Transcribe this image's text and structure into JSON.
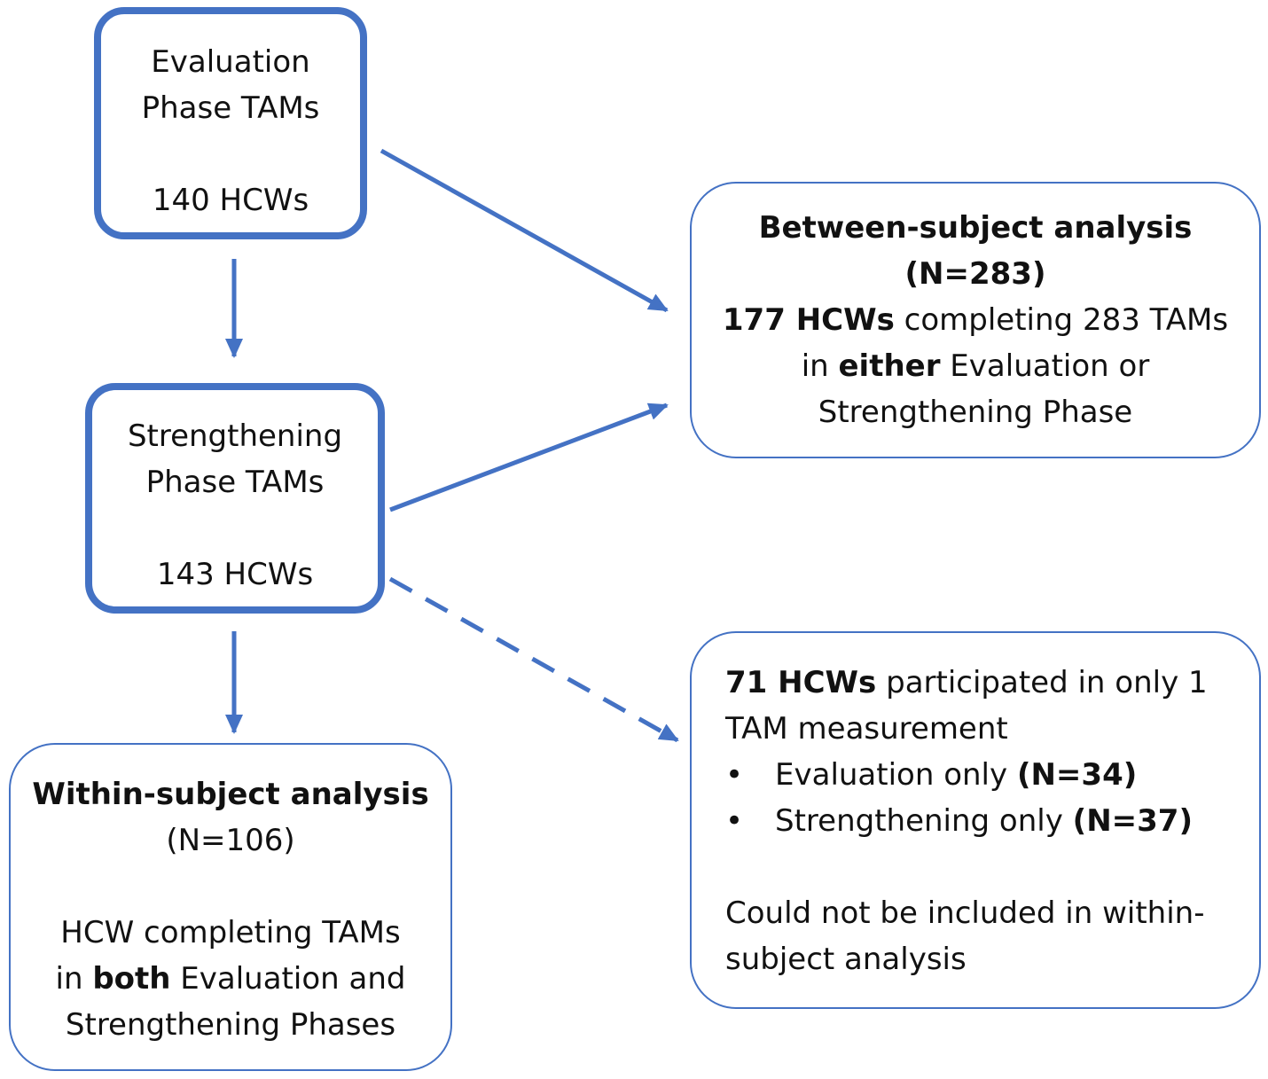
{
  "evaluation_box": {
    "line1": "Evaluation",
    "line2": "Phase TAMs",
    "count": "140 HCWs"
  },
  "strengthening_box": {
    "line1": "Strengthening",
    "line2": "Phase TAMs",
    "count": "143 HCWs"
  },
  "between_box": {
    "title": "Between-subject analysis",
    "n": "(N=283)",
    "line3_bold": "177 HCWs",
    "line3_rest": " completing 283 TAMs",
    "line4_pre": "in ",
    "line4_bold": "either",
    "line4_post": " Evaluation or",
    "line5": "Strengthening Phase"
  },
  "within_box": {
    "title": "Within-subject analysis",
    "n": "(N=106)",
    "line3": "HCW completing TAMs",
    "line4_pre": "in ",
    "line4_bold": "both",
    "line4_post": " Evaluation and",
    "line5": "Strengthening Phases"
  },
  "single_box": {
    "line1_bold": "71 HCWs",
    "line1_rest": " participated in only 1",
    "line2": "TAM measurement",
    "bullet_char": "•",
    "bullets": [
      {
        "text": "Evaluation only ",
        "bold": "(N=34)"
      },
      {
        "text": "Strengthening only ",
        "bold": "(N=37)"
      }
    ],
    "line5": "Could not be included in within-",
    "line6": "subject analysis"
  }
}
